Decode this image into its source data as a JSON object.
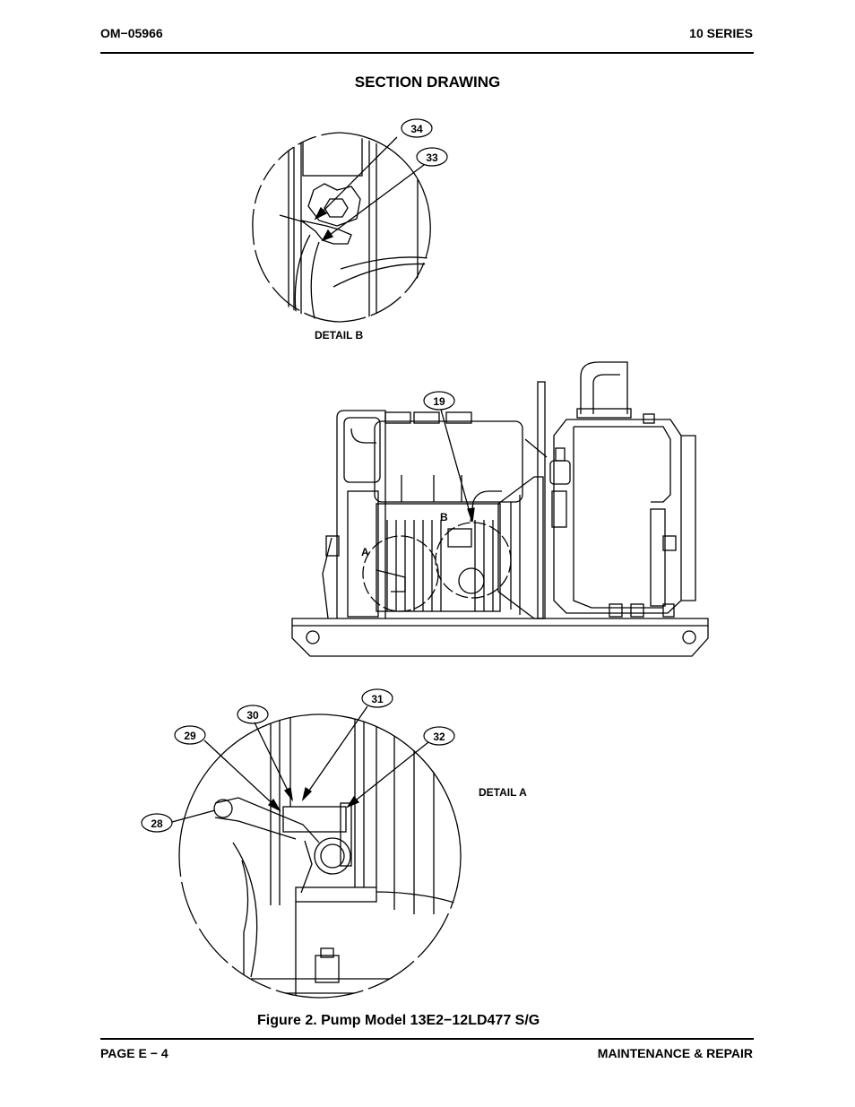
{
  "header": {
    "doc_id": "OM−05966",
    "series": "10 SERIES"
  },
  "section_title": "SECTION DRAWING",
  "figure_caption": "Figure 2.  Pump Model 13E2−12LD477 S/G",
  "details": {
    "b": {
      "label": "DETAIL B",
      "callouts": [
        "34",
        "33"
      ]
    },
    "main": {
      "callouts": [
        "19"
      ],
      "markers": [
        "A",
        "B"
      ]
    },
    "a": {
      "label": "DETAIL A",
      "callouts": [
        "28",
        "29",
        "30",
        "31",
        "32"
      ]
    }
  },
  "footer": {
    "page": "PAGE E − 4",
    "section": "MAINTENANCE & REPAIR"
  }
}
